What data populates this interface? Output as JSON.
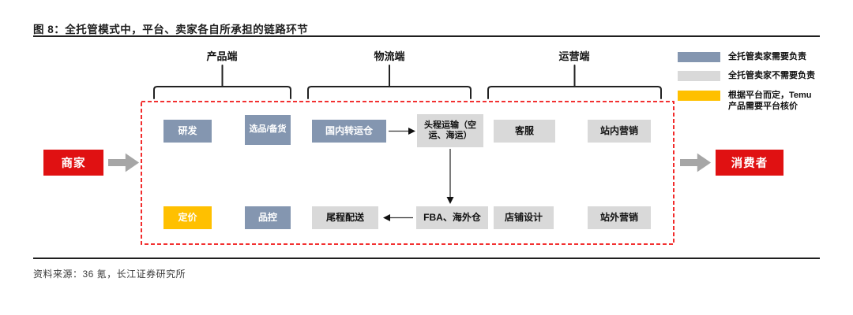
{
  "figure": {
    "title": "图 8：全托管模式中，平台、卖家各自所承担的链路环节",
    "source": "资料来源：36 氪，长江证券研究所"
  },
  "colors": {
    "seller_box": "#8496B0",
    "platform_box": "#D9D9D9",
    "conditional_box": "#FFC000",
    "endpoint_red": "#E01112",
    "dashed_frame_red": "#F01414",
    "block_arrow_gray": "#A6A6A6"
  },
  "sections": [
    {
      "label": "产品端"
    },
    {
      "label": "物流端"
    },
    {
      "label": "运营端"
    }
  ],
  "legend": [
    {
      "label": "全托管卖家需要负责",
      "color": "#8496B0"
    },
    {
      "label": "全托管卖家不需要负责",
      "color": "#D9D9D9"
    },
    {
      "label": "根据平台而定，Temu 产品需要平台核价",
      "color": "#FFC000"
    }
  ],
  "nodes": {
    "merchant": "商家",
    "consumer": "消费者"
  },
  "boxes": [
    {
      "label": "研发",
      "type": "seller"
    },
    {
      "label": "选品/备货",
      "type": "seller"
    },
    {
      "label": "国内转运仓",
      "type": "seller"
    },
    {
      "label": "头程运输（空运、海运）",
      "type": "platform"
    },
    {
      "label": "客服",
      "type": "platform"
    },
    {
      "label": "站内营销",
      "type": "platform"
    },
    {
      "label": "定价",
      "type": "conditional"
    },
    {
      "label": "品控",
      "type": "seller"
    },
    {
      "label": "尾程配送",
      "type": "platform"
    },
    {
      "label": "FBA、海外仓",
      "type": "platform"
    },
    {
      "label": "店铺设计",
      "type": "platform"
    },
    {
      "label": "站外营销",
      "type": "platform"
    }
  ]
}
